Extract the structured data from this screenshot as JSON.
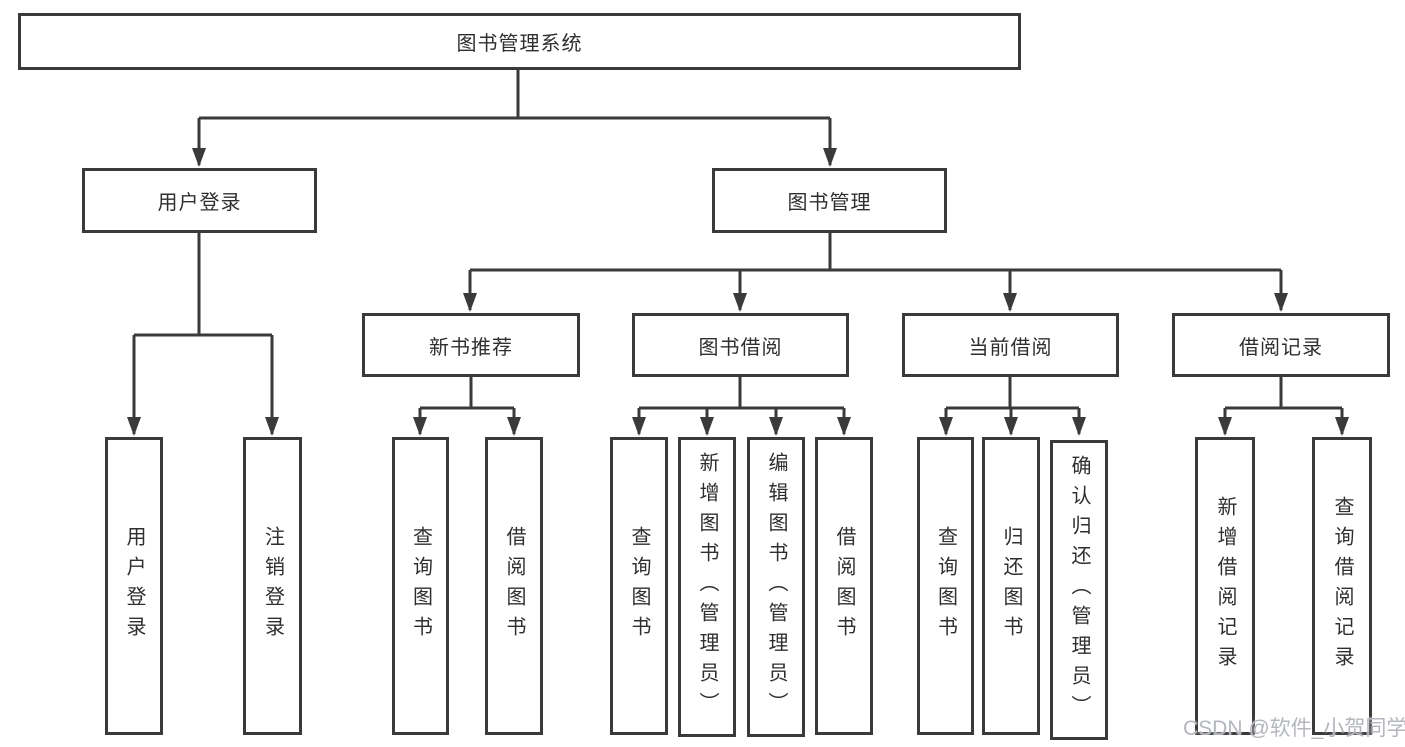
{
  "colors": {
    "line": "#3a3a3a",
    "box_border": "#3a3a3a",
    "text": "#2f2f2f",
    "background": "#ffffff",
    "watermark": "#b3b7bd"
  },
  "watermark": {
    "text": "CSDN @软件_小贺同学"
  },
  "tree": {
    "label": "图书管理系统",
    "children": [
      {
        "label": "用户登录",
        "children": [
          {
            "label": "用户登录"
          },
          {
            "label": "注销登录"
          }
        ]
      },
      {
        "label": "图书管理",
        "children": [
          {
            "label": "新书推荐",
            "children": [
              {
                "label": "查询图书"
              },
              {
                "label": "借阅图书"
              }
            ]
          },
          {
            "label": "图书借阅",
            "children": [
              {
                "label": "查询图书"
              },
              {
                "label": "新增图书（管理员）"
              },
              {
                "label": "编辑图书（管理员）"
              },
              {
                "label": "借阅图书"
              }
            ]
          },
          {
            "label": "当前借阅",
            "children": [
              {
                "label": "查询图书"
              },
              {
                "label": "归还图书"
              },
              {
                "label": "确认归还（管理员）"
              }
            ]
          },
          {
            "label": "借阅记录",
            "children": [
              {
                "label": "新增借阅记录"
              },
              {
                "label": "查询借阅记录"
              }
            ]
          }
        ]
      }
    ]
  }
}
